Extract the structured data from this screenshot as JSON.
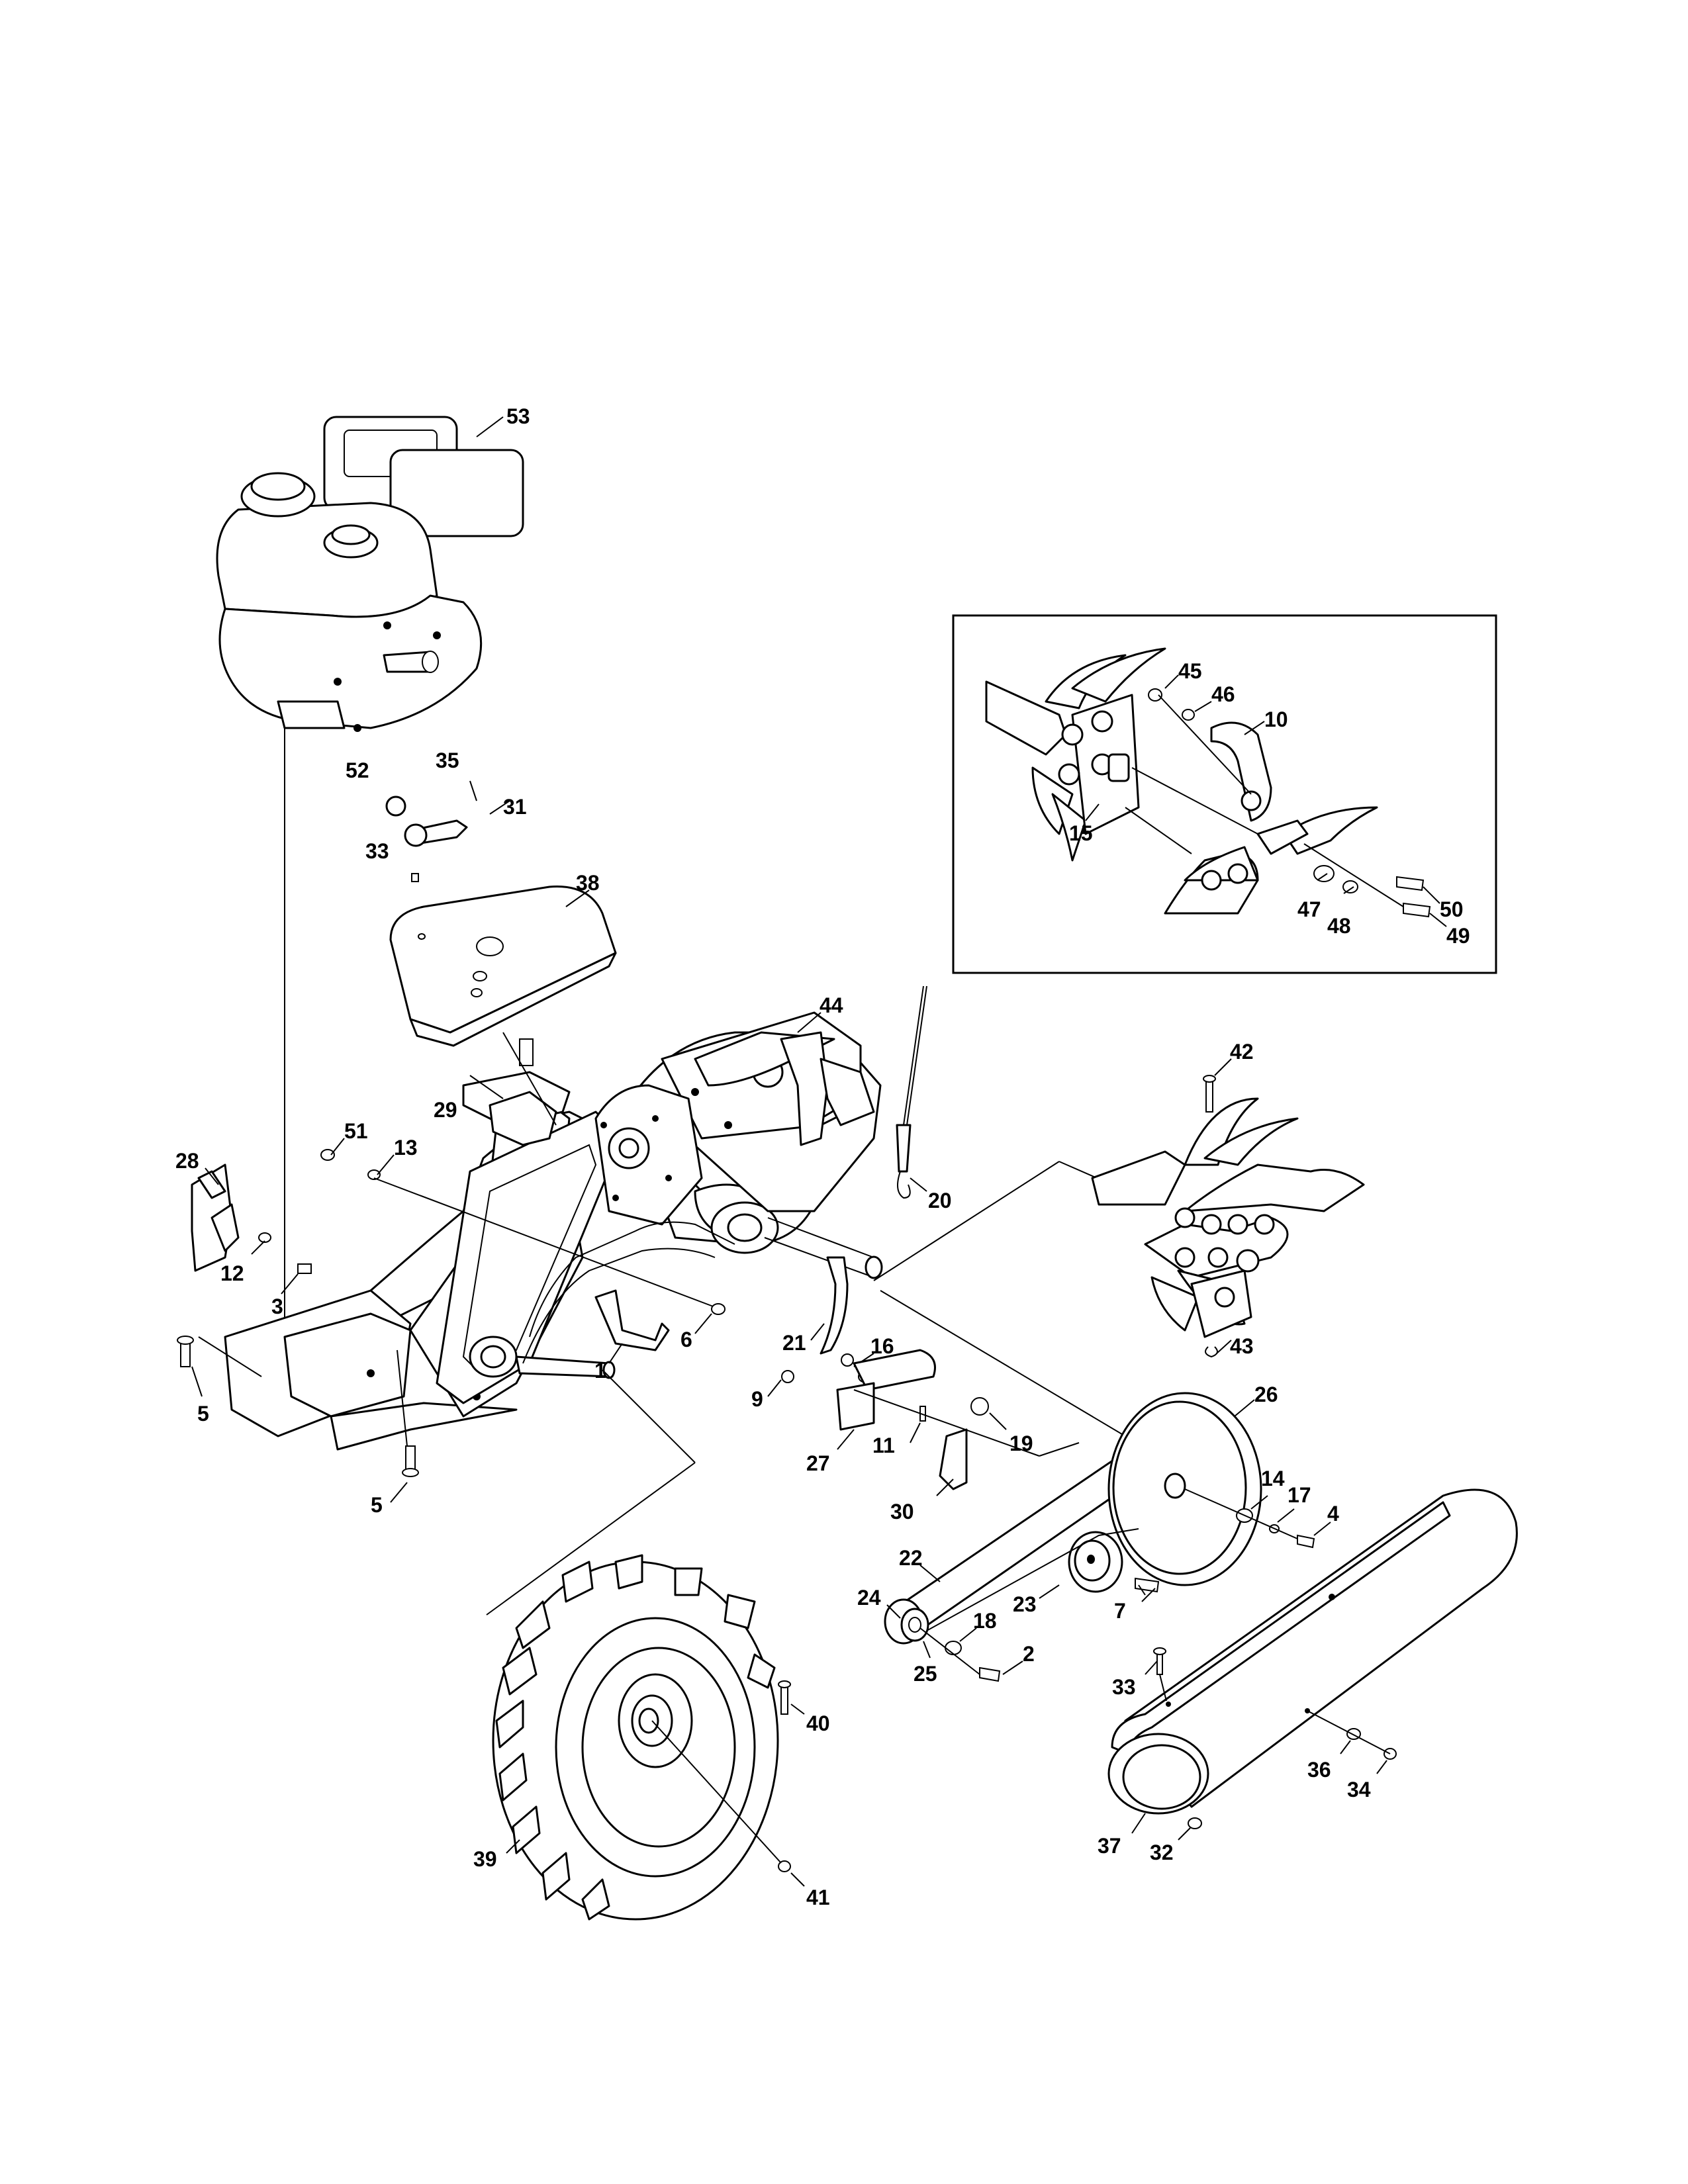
{
  "diagram": {
    "callouts": {
      "c1": "1",
      "c2": "2",
      "c3": "3",
      "c4": "4",
      "c5a": "5",
      "c5b": "5",
      "c6": "6",
      "c7": "7",
      "c9": "9",
      "c10": "10",
      "c11": "11",
      "c12": "12",
      "c13": "13",
      "c14": "14",
      "c15": "15",
      "c16": "16",
      "c17": "17",
      "c18": "18",
      "c19": "19",
      "c20": "20",
      "c21": "21",
      "c22": "22",
      "c23": "23",
      "c24": "24",
      "c25": "25",
      "c26": "26",
      "c27": "27",
      "c28": "28",
      "c29": "29",
      "c30": "30",
      "c31": "31",
      "c32": "32",
      "c33a": "33",
      "c33b": "33",
      "c34": "34",
      "c35": "35",
      "c36": "36",
      "c37": "37",
      "c38": "38",
      "c39": "39",
      "c40": "40",
      "c41": "41",
      "c42": "42",
      "c43": "43",
      "c44": "44",
      "c45": "45",
      "c46": "46",
      "c47": "47",
      "c48": "48",
      "c49": "49",
      "c50": "50",
      "c51": "51",
      "c52": "52",
      "c53": "53"
    }
  }
}
